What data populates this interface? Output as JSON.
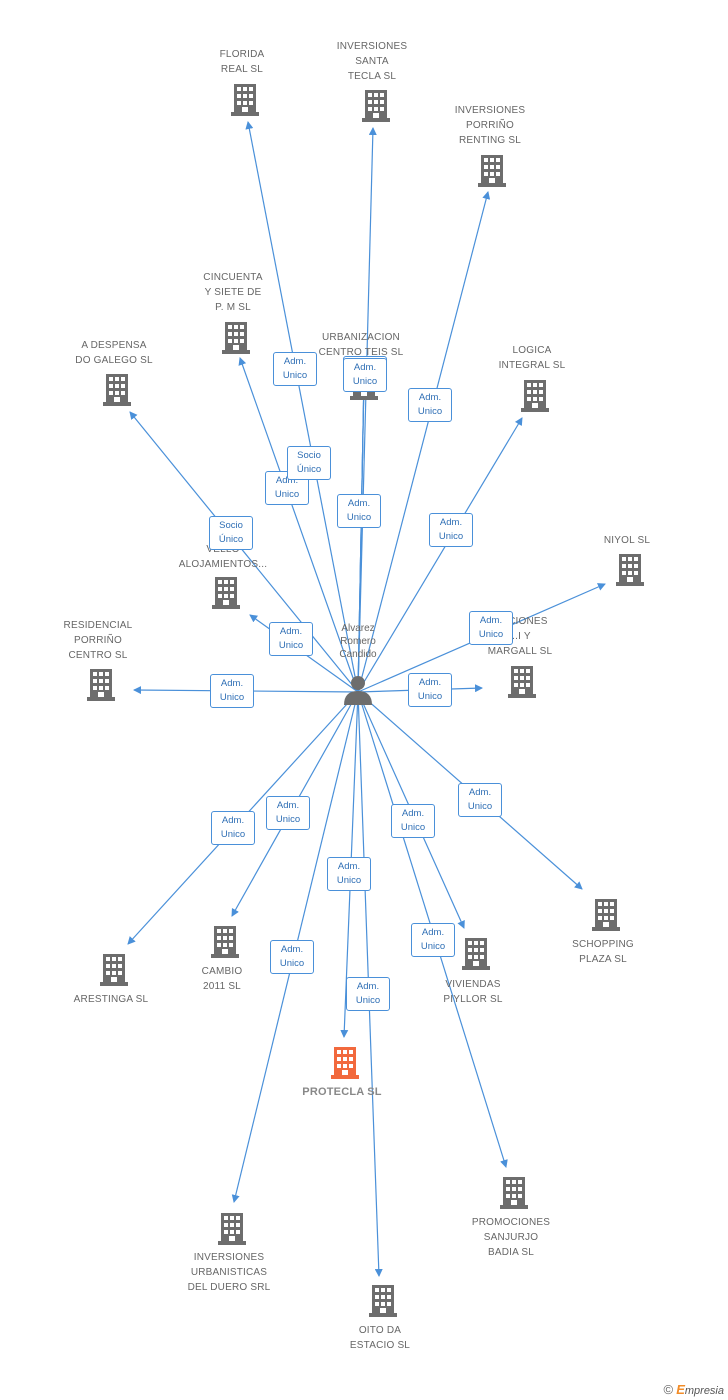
{
  "center": {
    "label": "Alvarez\nRomero\nCandido",
    "icon": "person-icon"
  },
  "colors": {
    "edge": "#4a90d9",
    "building": "#6d6d6d",
    "building_highlight": "#f2693d",
    "label": "#666666"
  },
  "companies": [
    {
      "id": "florida",
      "label": "FLORIDA\nREAL SL"
    },
    {
      "id": "santa-tecla",
      "label": "INVERSIONES\nSANTA\nTECLA SL"
    },
    {
      "id": "porrino-renting",
      "label": "INVERSIONES\nPORRIÑO\nRENTING SL"
    },
    {
      "id": "cincuenta",
      "label": "CINCUENTA\nY SIETE DE\nP. M SL"
    },
    {
      "id": "a-despensa",
      "label": "A DESPENSA\nDO GALEGO SL"
    },
    {
      "id": "urbanizacion",
      "label": "URBANIZACION\nCENTRO TEIS SL"
    },
    {
      "id": "logica",
      "label": "LOGICA\nINTEGRAL SL"
    },
    {
      "id": "alojamientos",
      "label": "C...\nVELLO\nALOJAMIENTOS..."
    },
    {
      "id": "niyol",
      "label": "NIYOL SL"
    },
    {
      "id": "residencial",
      "label": "RESIDENCIAL\nPORRIÑO\nCENTRO SL"
    },
    {
      "id": "margall",
      "label": "...ACIONES\n...I Y\nMARGALL SL"
    },
    {
      "id": "arestinga",
      "label": "ARESTINGA SL"
    },
    {
      "id": "cambio",
      "label": "CAMBIO\n2011 SL"
    },
    {
      "id": "viviendas",
      "label": "VIVIENDAS\nPIYLLOR SL"
    },
    {
      "id": "schopping",
      "label": "SCHOPPING\nPLAZA SL"
    },
    {
      "id": "protecla",
      "label": "PROTECLA SL",
      "highlight": true
    },
    {
      "id": "promociones",
      "label": "PROMOCIONES\nSANJURJO\nBADIA SL"
    },
    {
      "id": "duero",
      "label": "INVERSIONES\nURBANISTICAS\nDEL DUERO SRL"
    },
    {
      "id": "oito",
      "label": "OITO DA\nESTACIO SL"
    }
  ],
  "relations": [
    {
      "target": "florida",
      "label": "Adm.\nUnico"
    },
    {
      "target": "santa-tecla",
      "label": "Adm.\nUnico"
    },
    {
      "target": "porrino-renting",
      "label": "Adm.\nUnico"
    },
    {
      "target": "cincuenta",
      "label": "Adm.\nUnico"
    },
    {
      "target": "a-despensa",
      "label": "Socio\nÚnico"
    },
    {
      "target": "urbanizacion",
      "label": "Socio\nÚnico"
    },
    {
      "target": "urbanizacion",
      "label": "Adm.\nUnico"
    },
    {
      "target": "logica",
      "label": "Adm.\nUnico"
    },
    {
      "target": "alojamientos",
      "label": "Adm.\nUnico"
    },
    {
      "target": "niyol",
      "label": "Adm.\nUnico"
    },
    {
      "target": "residencial",
      "label": "Adm.\nUnico"
    },
    {
      "target": "margall",
      "label": "Adm.\nUnico"
    },
    {
      "target": "arestinga",
      "label": "Adm.\nUnico"
    },
    {
      "target": "cambio",
      "label": "Adm.\nUnico"
    },
    {
      "target": "viviendas",
      "label": "Adm.\nUnico"
    },
    {
      "target": "schopping",
      "label": "Adm.\nUnico"
    },
    {
      "target": "protecla",
      "label": "Adm.\nUnico"
    },
    {
      "target": "promociones",
      "label": "Adm.\nUnico"
    },
    {
      "target": "duero",
      "label": "Adm.\nUnico"
    },
    {
      "target": "oito",
      "label": "Adm.\nUnico"
    },
    {
      "target": "urbanizacion",
      "label": "Adm.\nUnico"
    }
  ],
  "brand": {
    "copyright": "©",
    "initial": "E",
    "rest": "mpresia"
  }
}
